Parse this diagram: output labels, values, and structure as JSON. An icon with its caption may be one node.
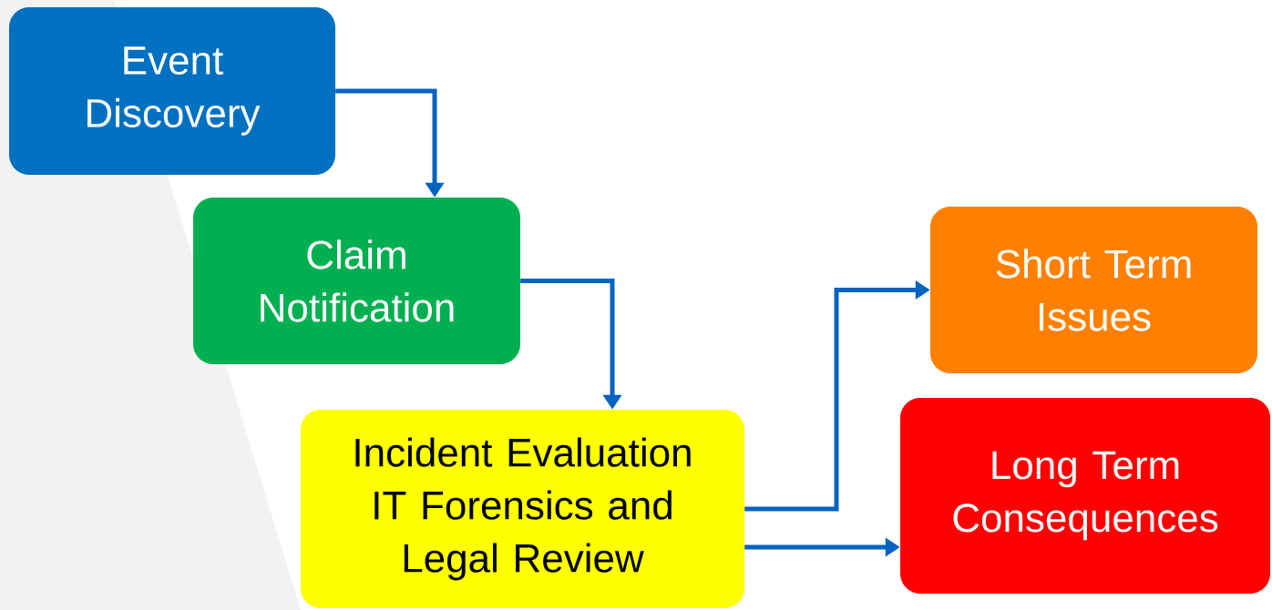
{
  "diagram": {
    "nodes": [
      {
        "text": [
          "Event Discovery"
        ]
      },
      {
        "text": [
          "Claim Notification"
        ]
      },
      {
        "text": [
          "Incident Evaluation IT Forensics and Legal Review"
        ]
      },
      {
        "text": [
          "Short Term Issues"
        ]
      },
      {
        "text": [
          "Long Term Consequences"
        ]
      }
    ],
    "edges": [
      {
        "from": 0,
        "to": 1,
        "arrow": "to"
      },
      {
        "from": 1,
        "to": 2,
        "arrow": "to"
      },
      {
        "from": 2,
        "to": 3,
        "arrow": "to"
      },
      {
        "from": 2,
        "to": 4,
        "arrow": "to"
      }
    ]
  }
}
